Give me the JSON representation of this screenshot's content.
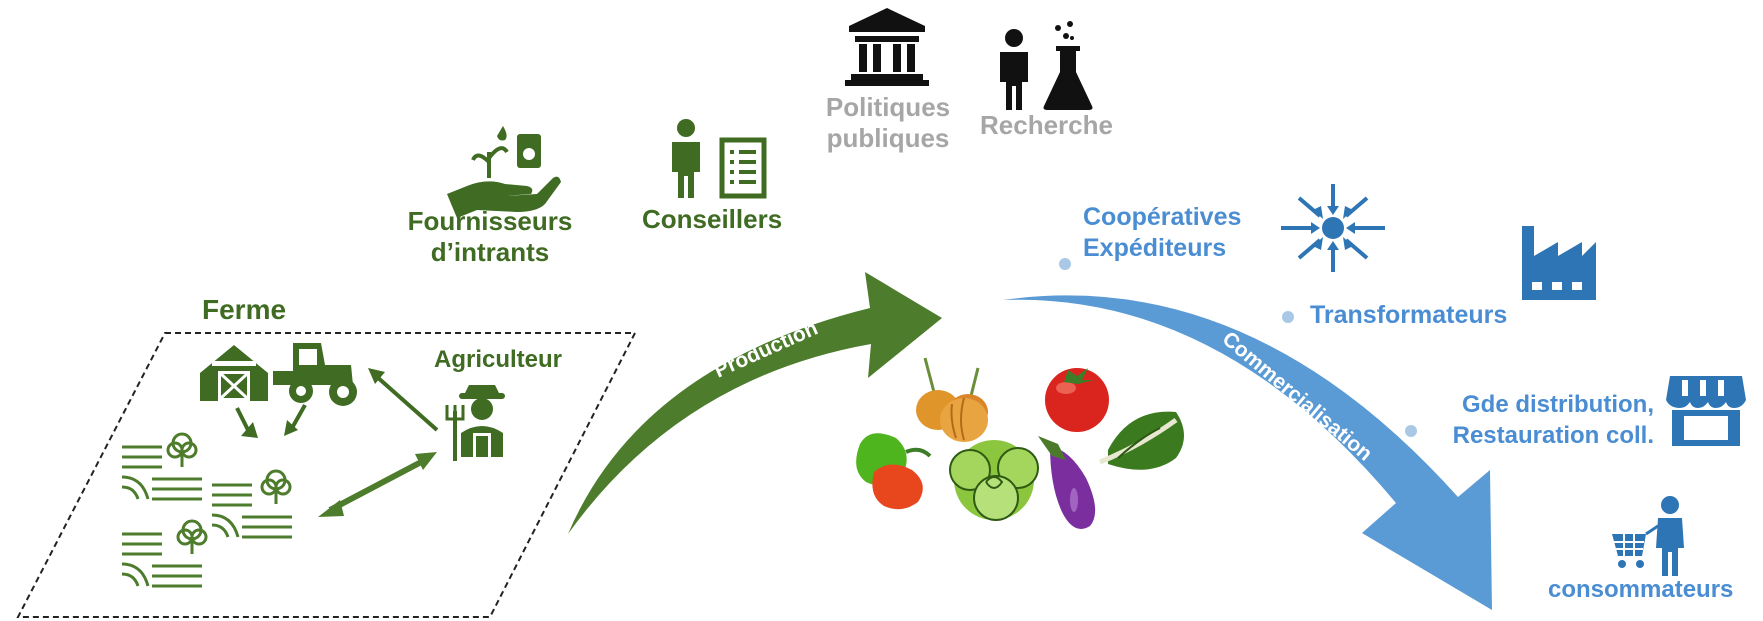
{
  "colors": {
    "green_dark": "#3f6b22",
    "green_arrow": "#4d7d2c",
    "grey": "#a6a6a6",
    "blue": "#4a8dd2",
    "blue_arrow": "#5b9bd5",
    "blue_icon": "#2e75b6",
    "black": "#111111"
  },
  "labels": {
    "farm": "Ferme",
    "farmer": "Agriculteur",
    "suppliers": [
      "Fournisseurs",
      "d’intrants"
    ],
    "advisors": "Conseillers",
    "policies": [
      "Politiques",
      "publiques"
    ],
    "research": "Recherche",
    "cooperatives": [
      "Coopératives",
      "Expéditeurs"
    ],
    "processors": "Transformateurs",
    "distribution": [
      "Gde distribution,",
      "Restauration coll."
    ],
    "consumers": "consommateurs"
  },
  "arrows": {
    "production": "Production",
    "commercialisation": "Commercialisation"
  },
  "icons": {
    "institution": "institution-building-icon",
    "researcher": "researcher-flask-icon",
    "supplier": "hand-plant-icon",
    "advisor": "person-checklist-icon",
    "barn": "barn-icon",
    "tractor": "tractor-icon",
    "farmer": "farmer-pitchfork-icon",
    "fields": "field-tree-icon",
    "cooperative": "converging-arrows-icon",
    "factory": "factory-icon",
    "store": "store-icon",
    "consumer": "shopper-cart-icon",
    "vegetables": [
      "onion-icon",
      "tomato-icon",
      "pepper-icon",
      "lettuce-icon",
      "eggplant-icon",
      "chard-icon"
    ]
  }
}
